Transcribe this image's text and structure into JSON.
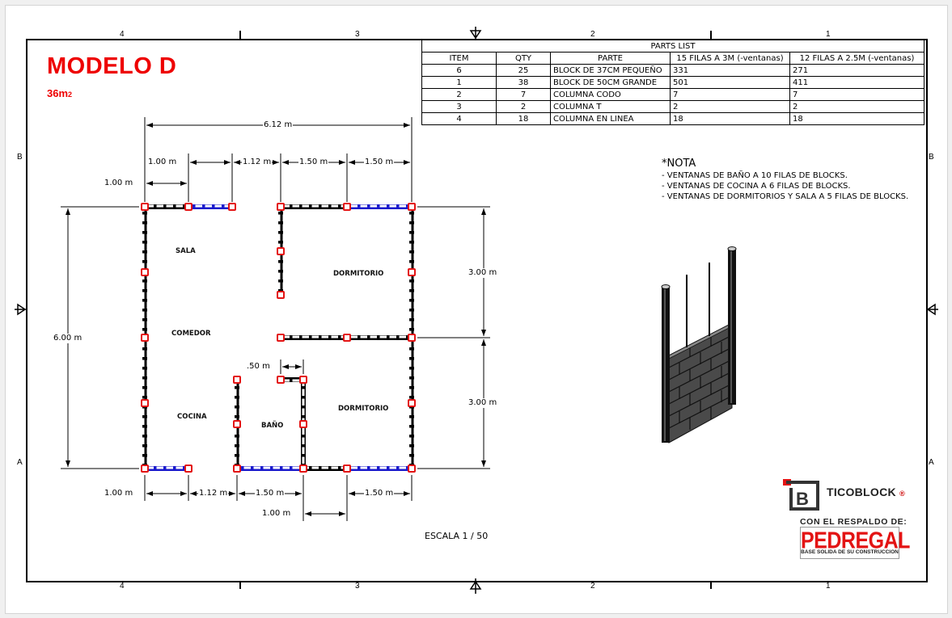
{
  "title": "MODELO D",
  "area": "36m",
  "area_sup": "2",
  "border": {
    "columns_top": [
      "4",
      "3",
      "2",
      "1"
    ],
    "columns_bottom": [
      "4",
      "3",
      "2",
      "1"
    ],
    "rows_left": [
      "B",
      "A"
    ],
    "rows_right": [
      "B",
      "A"
    ]
  },
  "parts_list": {
    "title": "PARTS LIST",
    "headers": [
      "ITEM",
      "QTY",
      "PARTE",
      "15 FILAS A 3M (-ventanas)",
      "12 FILAS A 2.5M (-ventanas)"
    ],
    "rows": [
      {
        "item": "6",
        "qty": "25",
        "parte": "BLOCK DE 37CM PEQUEÑO",
        "f15": "331",
        "f12": "271"
      },
      {
        "item": "1",
        "qty": "38",
        "parte": "BLOCK DE 50CM GRANDE",
        "f15": "501",
        "f12": "411"
      },
      {
        "item": "2",
        "qty": "7",
        "parte": "COLUMNA CODO",
        "f15": "7",
        "f12": "7"
      },
      {
        "item": "3",
        "qty": "2",
        "parte": "COLUMNA T",
        "f15": "2",
        "f12": "2"
      },
      {
        "item": "4",
        "qty": "18",
        "parte": "COLUMNA EN LINEA",
        "f15": "18",
        "f12": "18"
      }
    ]
  },
  "nota": {
    "heading": "*NOTA",
    "lines": [
      "- VENTANAS DE BAÑO A 10 FILAS DE BLOCKS.",
      "- VENTANAS DE COCINA A 6 FILAS DE BLOCKS.",
      "- VENTANAS DE DORMITORIOS Y SALA A 5 FILAS DE BLOCKS."
    ]
  },
  "rooms": {
    "sala": "SALA",
    "comedor": "COMEDOR",
    "cocina": "COCINA",
    "bano": "BAÑO",
    "dormitorio_1": "DORMITORIO",
    "dormitorio_2": "DORMITORIO"
  },
  "dimensions": {
    "top_total": "6.12 m",
    "top_1": "1.00 m",
    "top_2": "1.12 m",
    "top_3": "1.50 m",
    "top_4": "1.50 m",
    "top_left_offset": "1.00 m",
    "left_total": "6.00 m",
    "right_upper": "3.00 m",
    "right_lower": "3.00 m",
    "bano_offset": ".50 m",
    "bottom_1": "1.00 m",
    "bottom_2": "1.12 m",
    "bottom_3": "1.50 m",
    "bottom_4": "1.50 m",
    "bottom_center": "1.00 m"
  },
  "scale": "ESCALA 1 / 50",
  "brand": {
    "name": "TICOBLOCK",
    "registered": "®",
    "backing_label": "CON EL RESPALDO DE:",
    "partner": "PEDREGAL",
    "partner_tagline": "BASE SOLIDA DE SU CONSTRUCCION",
    "accent": "#ee0000",
    "window_color": "#1a1acc",
    "column_color": "#e31414"
  }
}
